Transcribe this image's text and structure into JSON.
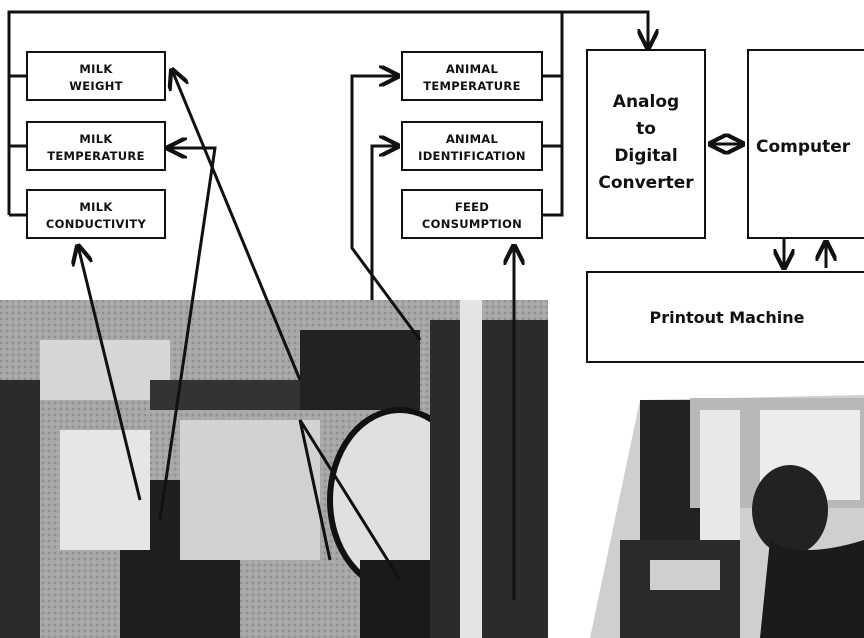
{
  "left_boxes": [
    {
      "line1": "MILK",
      "line2": "WEIGHT"
    },
    {
      "line1": "MILK",
      "line2": "TEMPERATURE"
    },
    {
      "line1": "MILK",
      "line2": "CONDUCTIVITY"
    }
  ],
  "middle_boxes": [
    {
      "line1": "ANIMAL",
      "line2": "TEMPERATURE"
    },
    {
      "line1": "ANIMAL",
      "line2": "IDENTIFICATION"
    },
    {
      "line1": "FEED",
      "line2": "CONSUMPTION"
    }
  ],
  "converter": {
    "lines": [
      "Analog",
      "to",
      "Digital",
      "Converter"
    ]
  },
  "computer": {
    "label": "Computer"
  },
  "printout": {
    "label": "Printout Machine"
  },
  "photos": {
    "milking_parlor": "milking-parlor-photo",
    "computer_operator": "computer-operator-photo"
  },
  "colors": {
    "ink": "#111111",
    "paper": "#ffffff",
    "photo_dark": "#1c1c1c",
    "photo_mid": "#8a8a8a",
    "photo_light": "#d8d8d8"
  }
}
